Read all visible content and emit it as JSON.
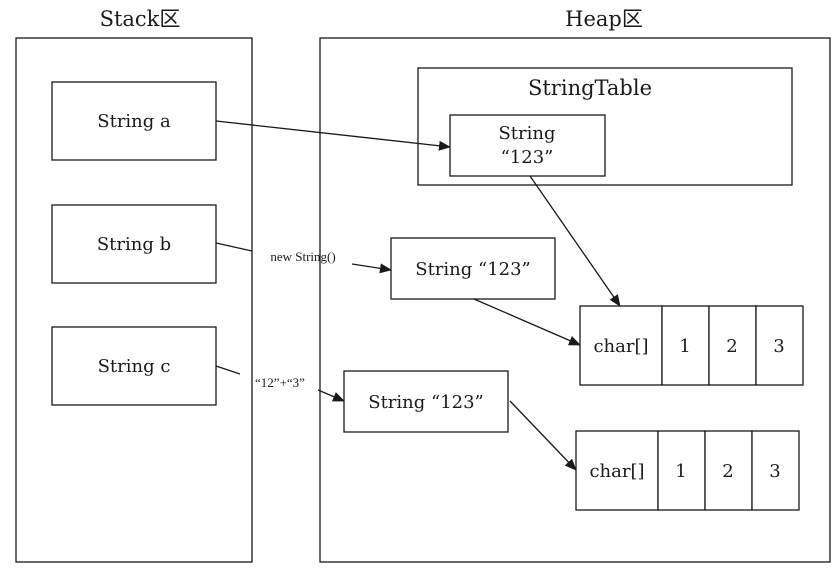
{
  "stack": {
    "title": "Stack区",
    "vars": {
      "a": "String a",
      "b": "String b",
      "c": "String c"
    }
  },
  "heap": {
    "title": "Heap区",
    "string_table": {
      "title": "StringTable",
      "entry_line1": "String",
      "entry_line2": "“123”"
    },
    "new_string_obj": "String “123”",
    "concat_string_obj": "String “123”",
    "char_array_1": [
      "char[]",
      "1",
      "2",
      "3"
    ],
    "char_array_2": [
      "char[]",
      "1",
      "2",
      "3"
    ]
  },
  "edges": {
    "new_label": "new String()",
    "concat_label": "“12”+“3”"
  }
}
